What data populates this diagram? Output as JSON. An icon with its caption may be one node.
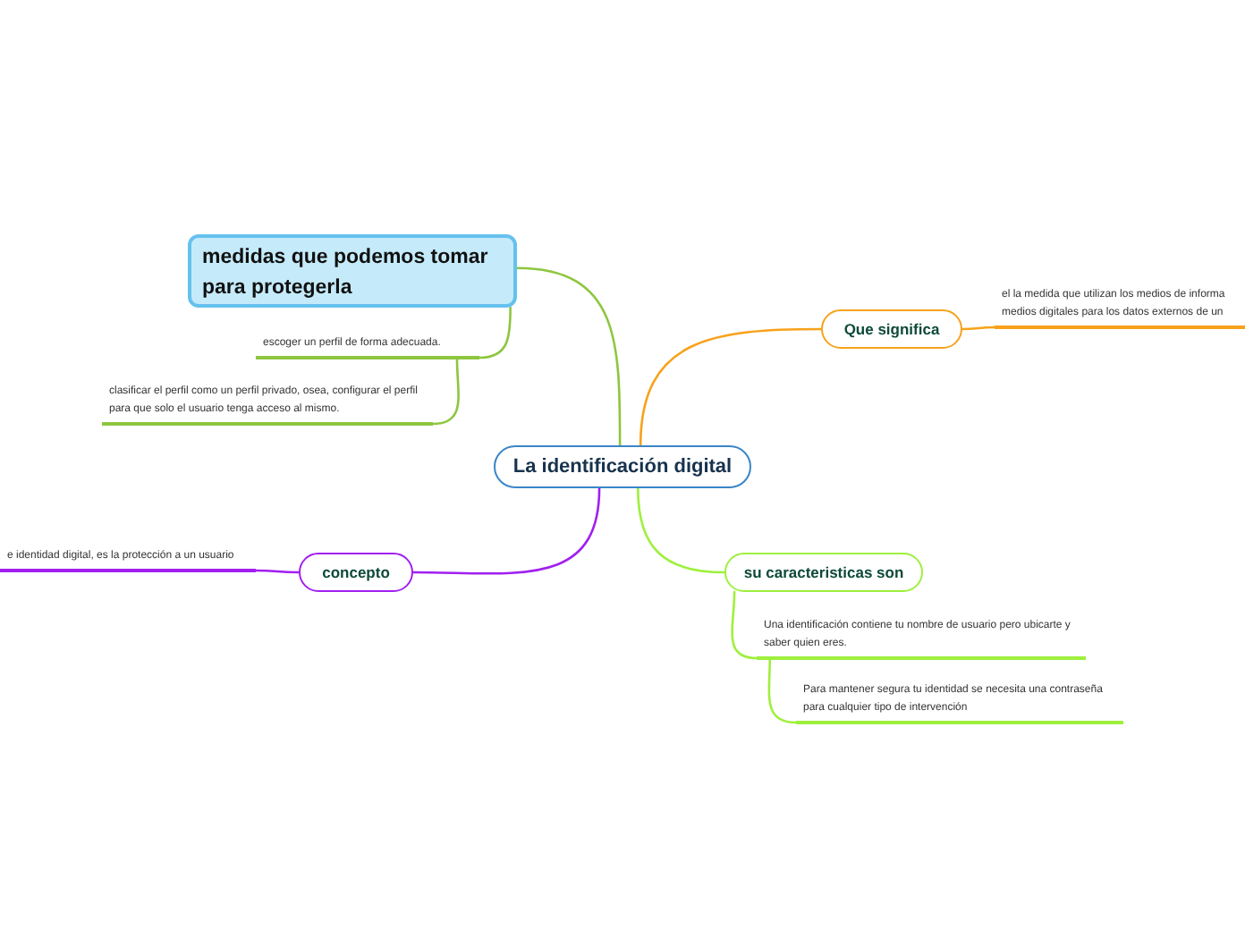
{
  "diagram": {
    "nodes": [
      {
        "text": [
          "La identificación digital"
        ]
      },
      {
        "text": [
          "medidas que podemos tomar para protegerla"
        ]
      },
      {
        "text": [
          "escoger un perfil de forma adecuada."
        ]
      },
      {
        "text": [
          "clasificar el perfil como un perfil privado, osea, configurar el perfil para que solo el usuario tenga acceso al mismo."
        ]
      },
      {
        "text": [
          "Que significa"
        ]
      },
      {
        "text": [
          "el la medida que utilizan los medios de informa medios digitales para los datos externos de un"
        ]
      },
      {
        "text": [
          "concepto"
        ]
      },
      {
        "text": [
          "e identidad digital, es la protección a un usuario"
        ]
      },
      {
        "text": [
          "su caracteristicas son"
        ]
      },
      {
        "text": [
          "Una identificación contiene tu nombre de usuario pero ubicarte y saber quien eres."
        ]
      },
      {
        "text": [
          "Para mantener segura tu identidad se necesita una contraseña para cualquier tipo de intervención"
        ]
      }
    ],
    "edges": [
      {
        "from": 0,
        "to": 1,
        "arrow": "none",
        "color": "#8dc63f"
      },
      {
        "from": 1,
        "to": 2,
        "arrow": "none",
        "color": "#8dc63f"
      },
      {
        "from": 2,
        "to": 3,
        "arrow": "none",
        "color": "#8dc63f"
      },
      {
        "from": 0,
        "to": 4,
        "arrow": "none",
        "color": "#f7a21b"
      },
      {
        "from": 4,
        "to": 5,
        "arrow": "none",
        "color": "#f7a21b"
      },
      {
        "from": 0,
        "to": 6,
        "arrow": "none",
        "color": "#a11ff0"
      },
      {
        "from": 6,
        "to": 7,
        "arrow": "none",
        "color": "#a11ff0"
      },
      {
        "from": 0,
        "to": 8,
        "arrow": "none",
        "color": "#9ef03c"
      },
      {
        "from": 8,
        "to": 9,
        "arrow": "none",
        "color": "#9ef03c"
      },
      {
        "from": 9,
        "to": 10,
        "arrow": "none",
        "color": "#9ef03c"
      }
    ]
  }
}
